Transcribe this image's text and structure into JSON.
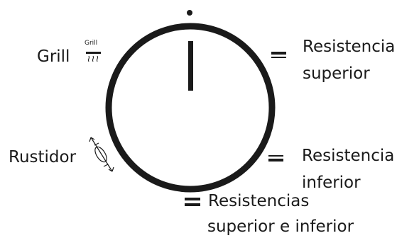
{
  "labels": {
    "grill": "Grill",
    "grill_icon_text": "Grill",
    "rustidor": "Rustidor",
    "resistencia_superior_line1": "Resistencia",
    "resistencia_superior_line2": "superior",
    "resistencia_inferior_line1": "Resistencia",
    "resistencia_inferior_line2": "inferior",
    "resistencias_ambas_line1": "Resistencias",
    "resistencias_ambas_line2": "superior e inferior"
  },
  "icons": {
    "grill": "grill-icon",
    "rotisserie": "rotisserie-skewer-icon",
    "top_element": "top-heating-element-icon",
    "bottom_element": "bottom-heating-element-icon",
    "top_and_bottom": "top-and-bottom-heating-elements-icon"
  },
  "colors": {
    "stroke": "#1a1a1a",
    "background": "#ffffff"
  }
}
